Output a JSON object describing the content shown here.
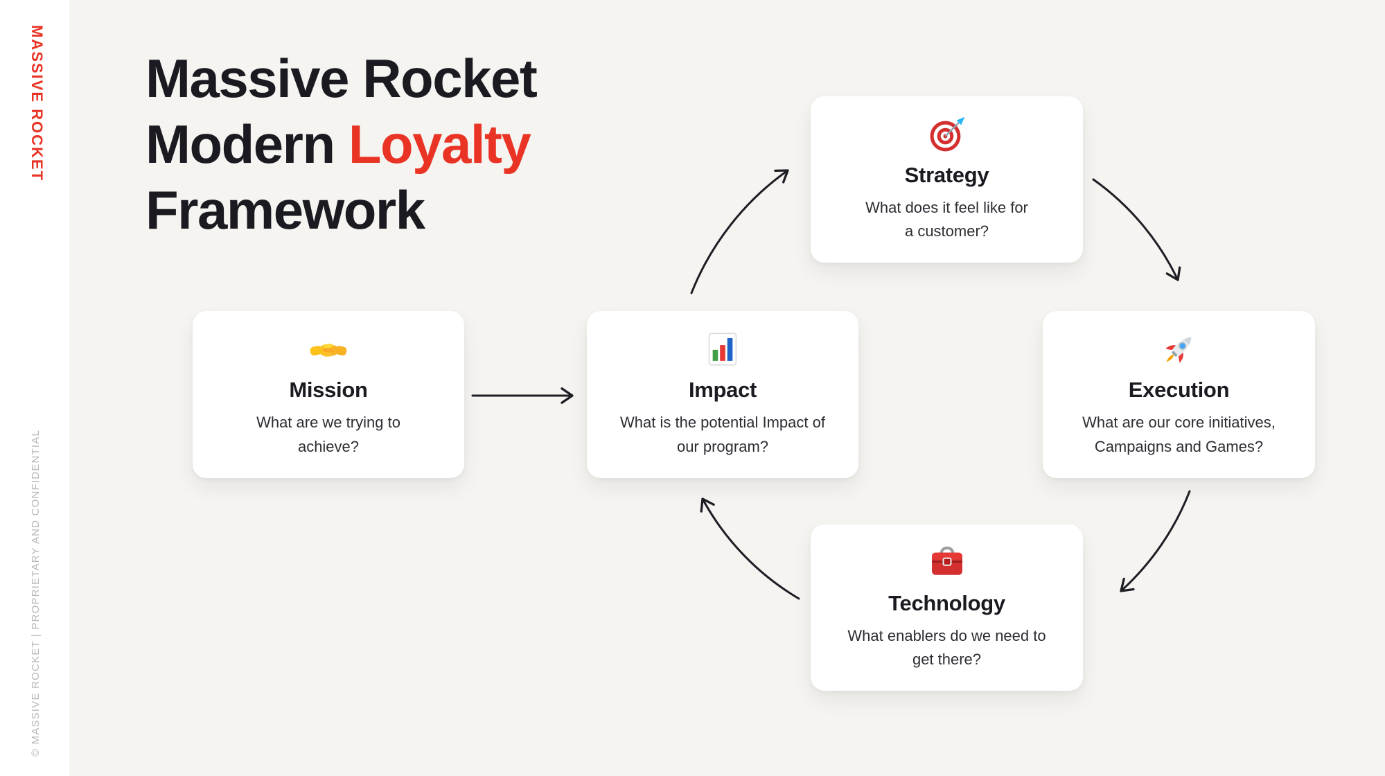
{
  "colors": {
    "background": "#f5f4f1",
    "card": "#ffffff",
    "accent_red": "#e93425",
    "text_dark": "#1c1a21",
    "muted_gray": "#b9b7b5",
    "arrow": "#1f1d24"
  },
  "sidebar": {
    "brand_vertical": "MASSIVE ROCKET",
    "copyright_vertical": "© MASSIVE ROCKET | PROPRIETARY AND CONFIDENTIAL"
  },
  "title": {
    "line1": "Massive Rocket",
    "line2_prefix": "Modern ",
    "line2_highlight": "Loyalty",
    "line3": "Framework"
  },
  "diagram": {
    "cards": {
      "mission": {
        "icon": "handshake-icon",
        "title": "Mission",
        "description": "What are we trying to achieve?"
      },
      "impact": {
        "icon": "bar-chart-icon",
        "title": "Impact",
        "description": "What is the potential Impact of our program?"
      },
      "strategy": {
        "icon": "target-icon",
        "title": "Strategy",
        "description": "What does it feel like for a customer?"
      },
      "execution": {
        "icon": "rocket-icon",
        "title": "Execution",
        "description": "What are our core initiatives, Campaigns and Games?"
      },
      "technology": {
        "icon": "toolbox-icon",
        "title": "Technology",
        "description": "What enablers do we need to get there?"
      }
    },
    "flow": [
      "Mission",
      "Impact",
      "Strategy",
      "Execution",
      "Technology",
      "Impact"
    ]
  }
}
